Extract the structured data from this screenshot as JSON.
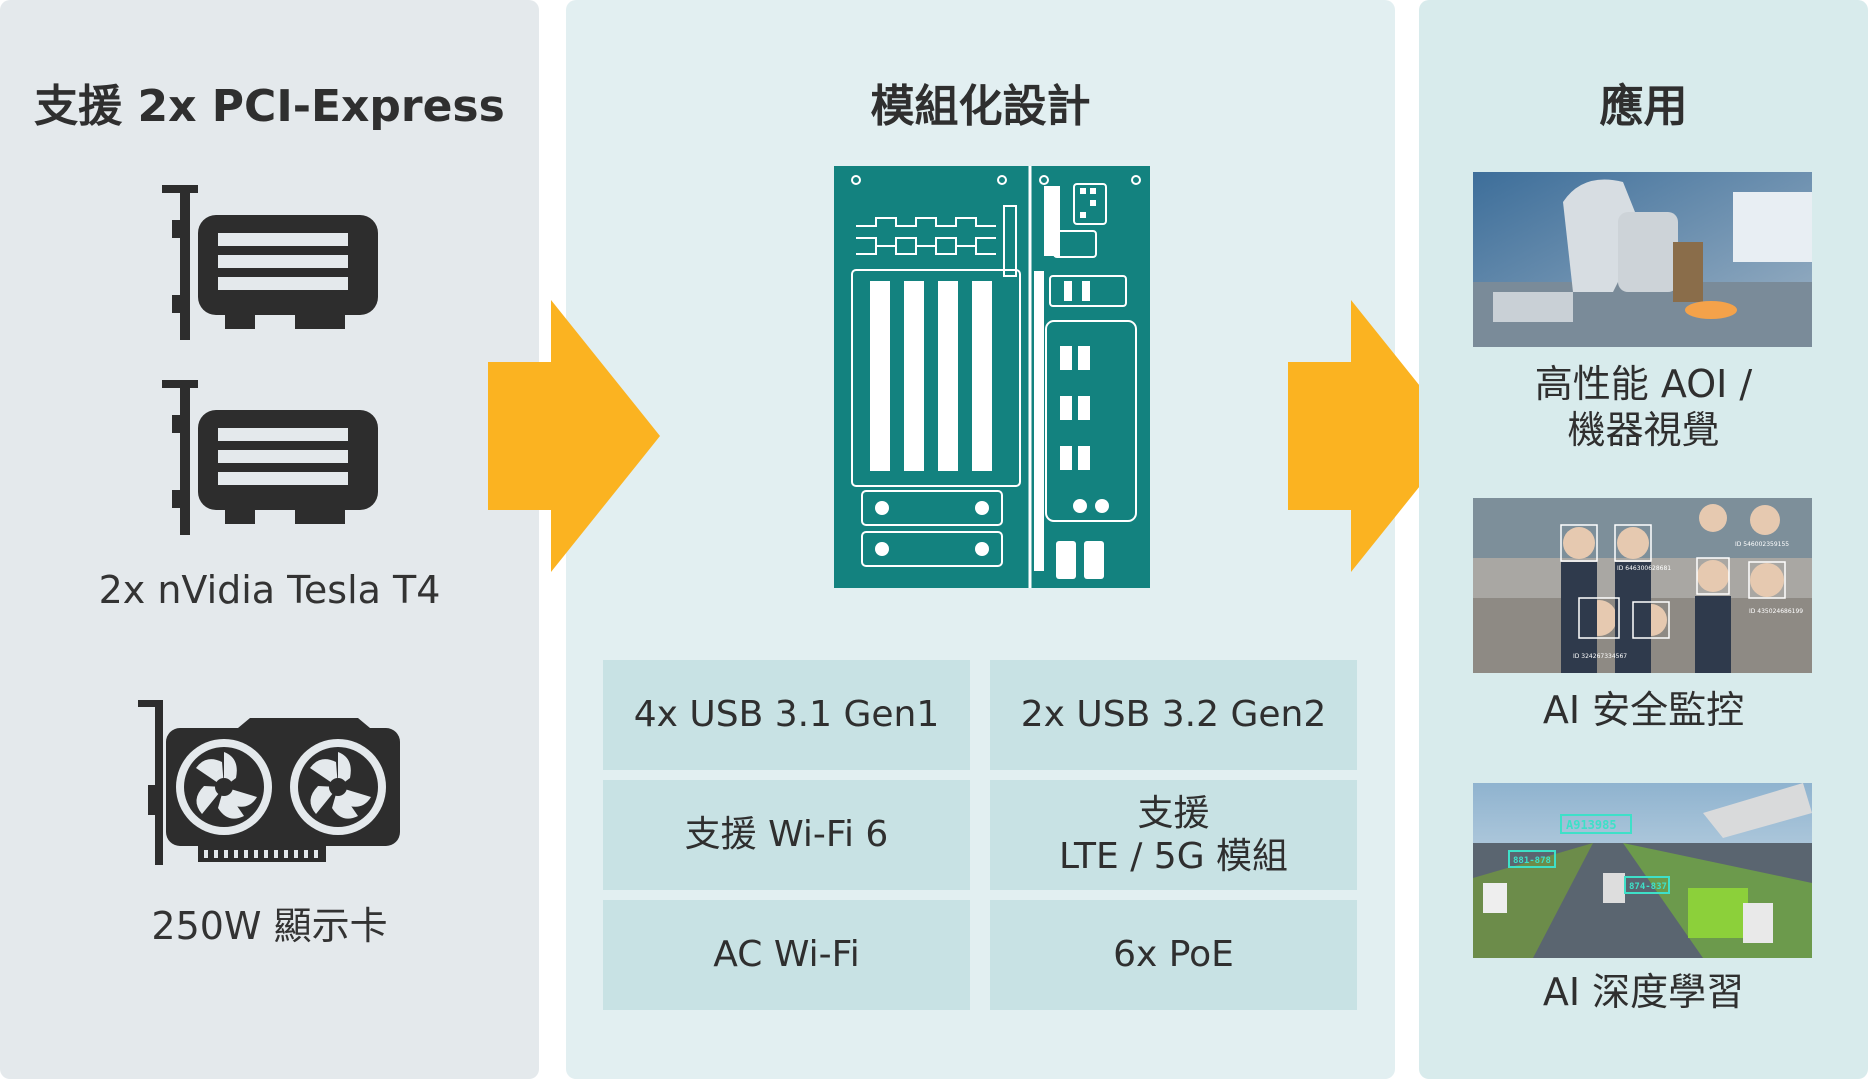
{
  "left": {
    "title": "支援 2x PCI-Express",
    "gpu_caption": "2x nVidia Tesla T4",
    "card_caption": "250W 顯示卡"
  },
  "middle": {
    "title": "模組化設計",
    "features": [
      {
        "label": "4x USB 3.1 Gen1"
      },
      {
        "label": "2x USB 3.2 Gen2"
      },
      {
        "label": "支援 Wi-Fi 6"
      },
      {
        "label": "支援\nLTE / 5G 模組"
      },
      {
        "label": "AC Wi-Fi"
      },
      {
        "label": "6x PoE"
      }
    ]
  },
  "right": {
    "title": "應用",
    "apps": [
      {
        "label": "高性能 AOI /\n機器視覺"
      },
      {
        "label": "AI 安全監控"
      },
      {
        "label": "AI 深度學習"
      }
    ],
    "photo_texts": {
      "ids": [
        "ID 646300628681",
        "ID 546002359155",
        "ID 324267334567",
        "ID 435024686199"
      ],
      "plates": [
        "A913985",
        "881-878",
        "874-837"
      ]
    }
  },
  "colors": {
    "arrow": "#fbb321",
    "board": "#13827f",
    "icon": "#2d2d2d"
  }
}
